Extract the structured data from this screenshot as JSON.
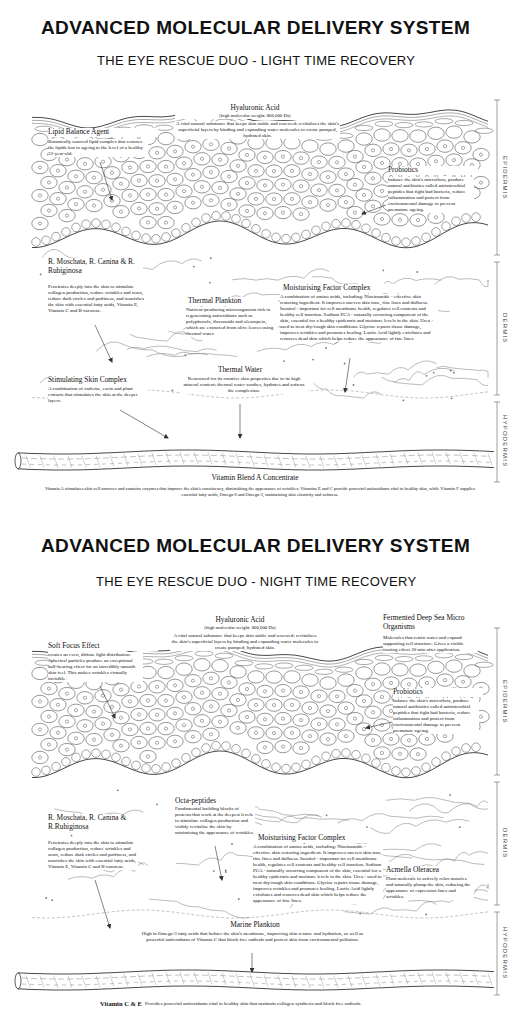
{
  "diagram": {
    "title": "ADVANCED MOLECULAR DELIVERY SYSTEM",
    "labels": [
      "THE EYE RESCUE DUO - LIGHT TIME RECOVERY",
      "Hyaluronic Acid",
      "(high molecular weight: 800,000 Da)",
      "A vital natural substance that keeps skin stable and renewed; revitalizes the skin's superficial layers by binding and expanding water molecules to create pumped, hydrated skin.",
      "Lipid Balance Agent",
      "Botanically sourced lipid complex that restores the lipids lost to ageing to the level of a healthy 22-year-old.",
      "Probiotics",
      "balance the skin's microflora, produce natural antibiotics called antimicrobial peptides that fight bad bacteria, reduce inflammation and protect from environmental damage to prevent premature ageing.",
      "R. Moschata, R. Canina & R. Rubiginosa",
      "Penetrates deeply into the skin to stimulate collagen production, reduce wrinkles and scars, reduce dark circles and puffiness, and nourishes the skin with essential fatty acids, Vitamin E, Vitamin C and B-carotene.",
      "Thermal Plankton",
      "Nutrient-producing microorganism rich in regenerating antioxidants such as polyphenols, flavonoids and oleuropein, which are extracted from olive leaves using thermal water.",
      "Moisturising Factor Complex",
      "A combination of amino acids, including: Niacinamide - effective skin restoring ingredient. It improves uneven skin tone, fine lines and dullness. Inositol - important for cell membrane health, regulates cell contents and healthy cell function. Sodium PCA - naturally occurring component of the skin, essential for a healthy epidermis and moisture levels in the skin. Urea - used to treat dry/rough skin conditions. Glycine repairs tissue damage, improves wrinkles and promotes healing. Lactic Acid lightly exfoliates and removes dead skin which helps reduce the appearance of fine lines.",
      "Stimulating Skin Complex",
      "A combination of caffeine, escin and plant extracts that stimulates the skin at the deeper layers.",
      "Thermal Water",
      "Renowned for its curative skin properties due to its high mineral content; thermal water soothes, hydrates and softens the complexion.",
      "Vitamin Blend A Concentrate",
      "Vitamin A stimulates skin cell turnover and contains enzymes that improve the skin's consistency, diminishing the appearance of wrinkles; Vitamins E and C provide powerful antioxidants vital to healthy skin, while Vitamin F supplies essential fatty acids, Omega-6 and Omega-3, maintaining skin elasticity and softness.",
      "EPIDERMIS",
      "DERMIS",
      "HYPODERMIS",
      "ADVANCED MOLECULAR DELIVERY SYSTEM",
      "THE EYE RESCUE DUO - NIGHT TIME RECOVERY",
      "Hyaluronic Acid",
      "(high molecular weight: 800,000 Da)",
      "A vital natural substance that keeps skin stable and renewed; revitalizes the skin's superficial layers by binding and expanding water molecules to create pumped, hydrated skin.",
      "Fermented Deep Sea Micro Organisms",
      "Molecules that retain water and expand supporting cell structure. Gives a visible ironing effect 30 min after application.",
      "Soft Focus Effect",
      "creates an even, diffuse light distribution. Spherical particles produce an exceptional ball-bearing effect for an incredibly smooth skin feel. This makes wrinkles virtually invisible.",
      "Probiotics",
      "balance the skin's microflora, produce natural antibiotics called antimicrobial peptides that fight bad bacteria, reduce inflammation and protect from environmental damage to prevent premature ageing.",
      "Octa-peptides",
      "Fundamental building blocks of proteins that work at the deepest levels to stimulate collagen production and visibly revitalise the skin by minimising the appearance of wrinkles.",
      "R. Moschata, R. Canina & R.Rubiginosa",
      "Penetrates deeply into the skin to stimulate collagen production, reduce wrinkles and scars, reduce dark circles and puffiness, and nourishes the skin with essential fatty acids, Vitamin E, Vitamin C and B-carotene.",
      "Moisturising Factor Complex",
      "A combination of amino acids, including: Niacinamide - effective skin restoring ingredient. It improves uneven skin tone, fine lines and dullness. Inositol - important for cell membrane health, regulates cell contents and healthy cell function. Sodium PCA - naturally occurring component of the skin, essential for a healthy epidermis and moisture levels in the skin. Urea - used to treat dry/rough skin conditions. Glycine repairs tissue damage, improves wrinkles and promotes healing. Lactic Acid lightly exfoliates and removes dead skin which helps reduce the appearance of fine lines.",
      "Acmella Oleracea",
      "Plant molecule to actively relax muscles and naturally plump the skin, reducing the appearance of expression lines and wrinkles.",
      "Marine Plankton",
      "High in Omega-3 fatty acids that bolster the skin's membrane, improving skin texture and hydration, as well as powerful antioxidants of Vitamin C that block free radicals and protect skin from environmental pollution.",
      "Vitamin C & E",
      "Provides powerful antioxidants vital to healthy skin that maintain collagen synthesis and block free radicals.",
      "EPIDERMIS",
      "DERMIS",
      "HYPODERMIS"
    ]
  }
}
